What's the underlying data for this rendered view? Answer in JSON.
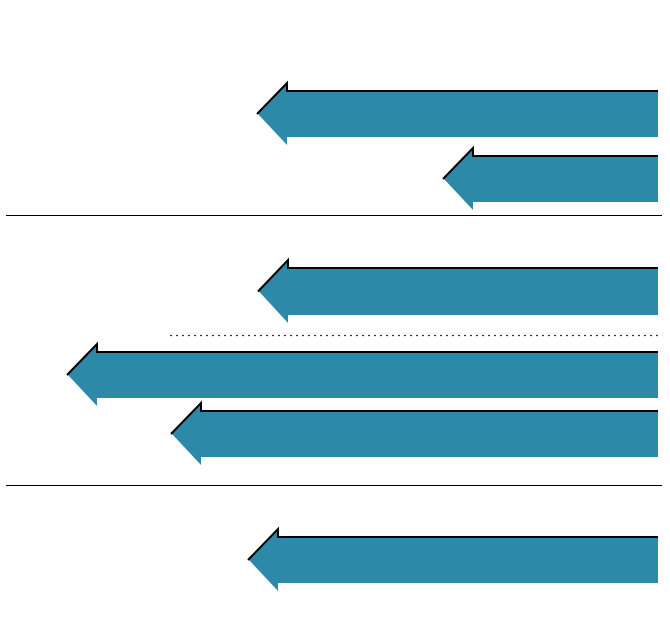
{
  "diagram": {
    "arrow_fill": "#2d89a8",
    "arrow_shadow": "#000000",
    "separator_color": "#000000",
    "dotted_separator_color": "#333333",
    "arrows": [
      {
        "id": "arrow-1",
        "group": 1,
        "direction": "left"
      },
      {
        "id": "arrow-2",
        "group": 1,
        "direction": "left"
      },
      {
        "id": "arrow-3",
        "group": 2,
        "direction": "left"
      },
      {
        "id": "arrow-4",
        "group": 2,
        "direction": "left"
      },
      {
        "id": "arrow-5",
        "group": 2,
        "direction": "left"
      },
      {
        "id": "arrow-6",
        "group": 3,
        "direction": "left"
      }
    ],
    "separators": [
      {
        "id": "separator-1",
        "style": "solid"
      },
      {
        "id": "separator-2",
        "style": "dotted"
      },
      {
        "id": "separator-3",
        "style": "solid"
      }
    ]
  }
}
